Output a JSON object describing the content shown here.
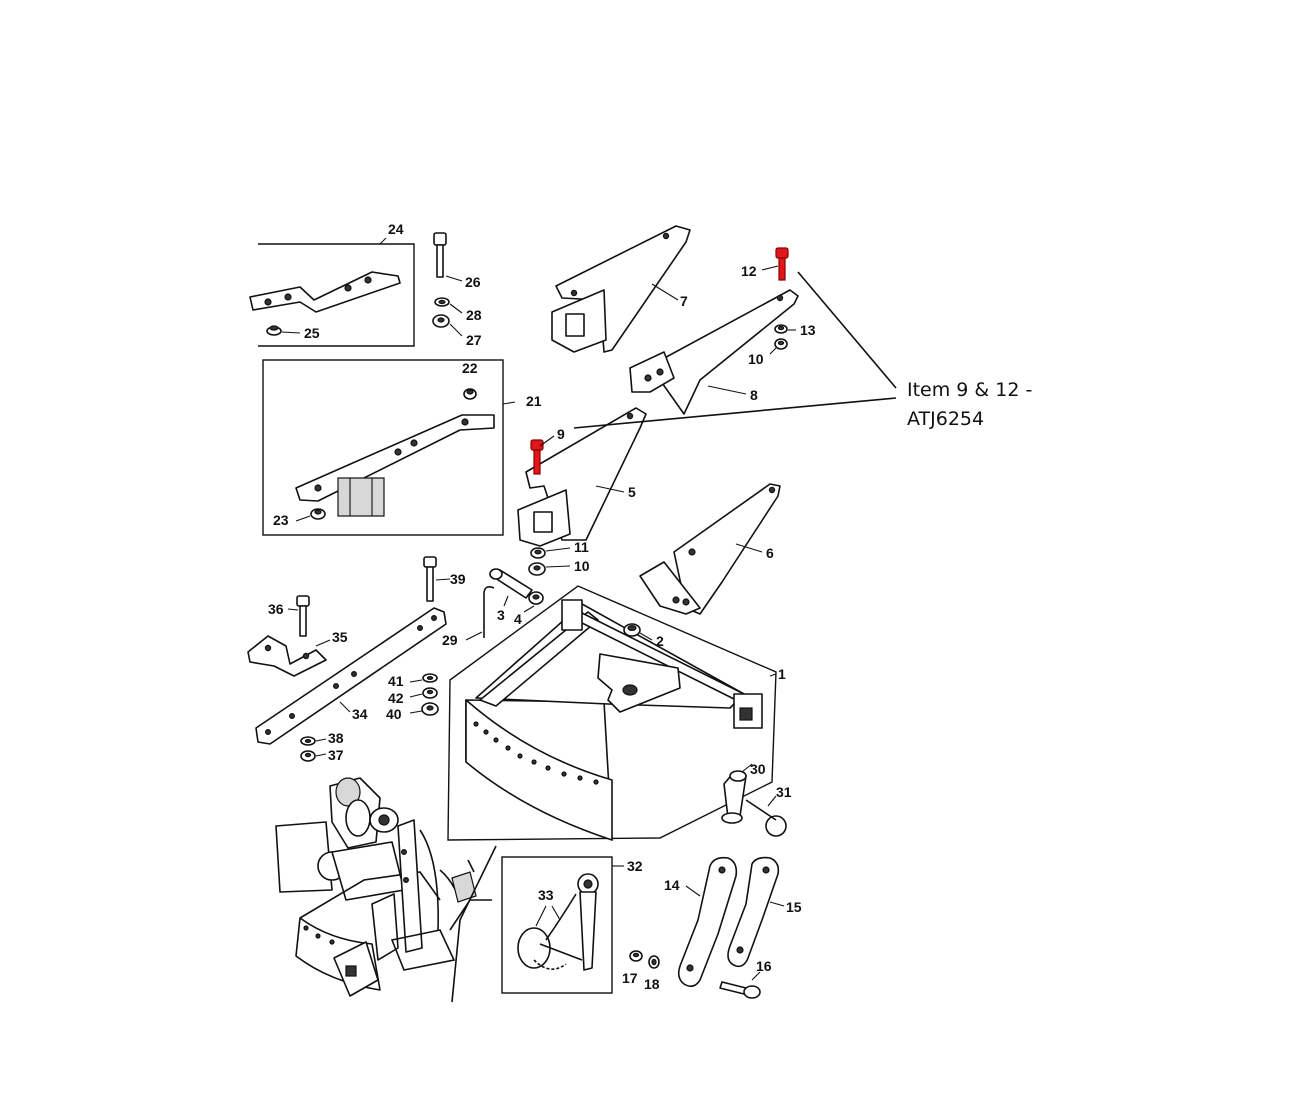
{
  "callout": {
    "line1": "Item 9 & 12 -",
    "line2": "ATJ6254",
    "highlight_color": "#e0161b"
  },
  "labels": {
    "l1": "1",
    "l2": "2",
    "l3": "3",
    "l4": "4",
    "l5": "5",
    "l6": "6",
    "l7": "7",
    "l8": "8",
    "l9": "9",
    "l10a": "10",
    "l10b": "10",
    "l11": "11",
    "l12": "12",
    "l13": "13",
    "l14": "14",
    "l15": "15",
    "l16": "16",
    "l17": "17",
    "l18": "18",
    "l21": "21",
    "l22": "22",
    "l23": "23",
    "l24": "24",
    "l25": "25",
    "l26": "26",
    "l27": "27",
    "l28": "28",
    "l29": "29",
    "l30": "30",
    "l31": "31",
    "l32": "32",
    "l33": "33",
    "l34": "34",
    "l35": "35",
    "l36": "36",
    "l37": "37",
    "l38": "38",
    "l39": "39",
    "l40": "40",
    "l41": "41",
    "l42": "42"
  }
}
